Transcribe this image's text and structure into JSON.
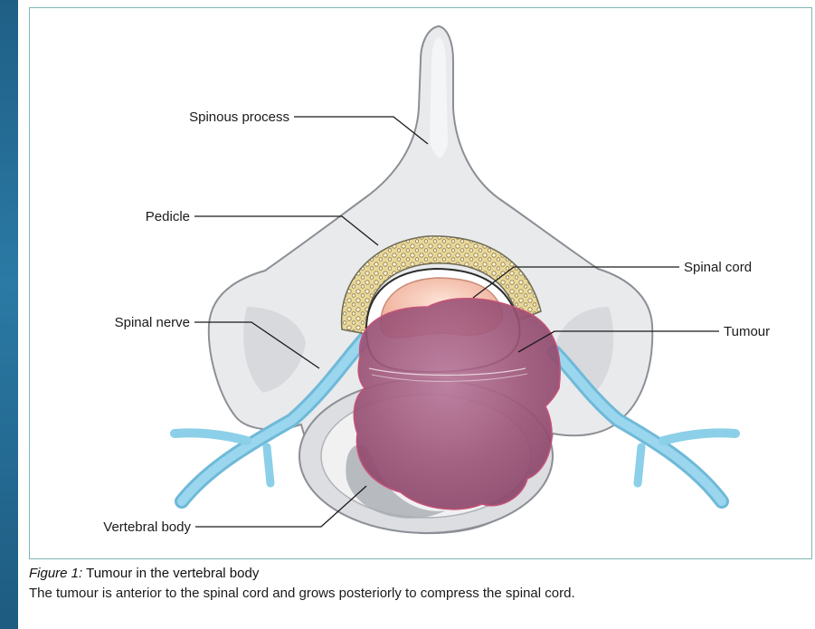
{
  "figure": {
    "labels": {
      "spinous_process": "Spinous process",
      "pedicle": "Pedicle",
      "spinal_nerve": "Spinal nerve",
      "vertebral_body": "Vertebral body",
      "spinal_cord": "Spinal cord",
      "tumour": "Tumour"
    },
    "colors": {
      "bone": "#e9eaec",
      "bone_outline": "#8c8f95",
      "nerve": "#7ec8e3",
      "tumour": "#a8607f",
      "spinal_cord": "#f3c3ae",
      "cancellous_bone": "#e8d79a",
      "frame": "#7fb8b3"
    }
  },
  "caption": {
    "label": "Figure 1:",
    "title": "Tumour in the vertebral body",
    "text": "The tumour is anterior to the spinal cord and grows posteriorly to compress the spinal cord."
  }
}
